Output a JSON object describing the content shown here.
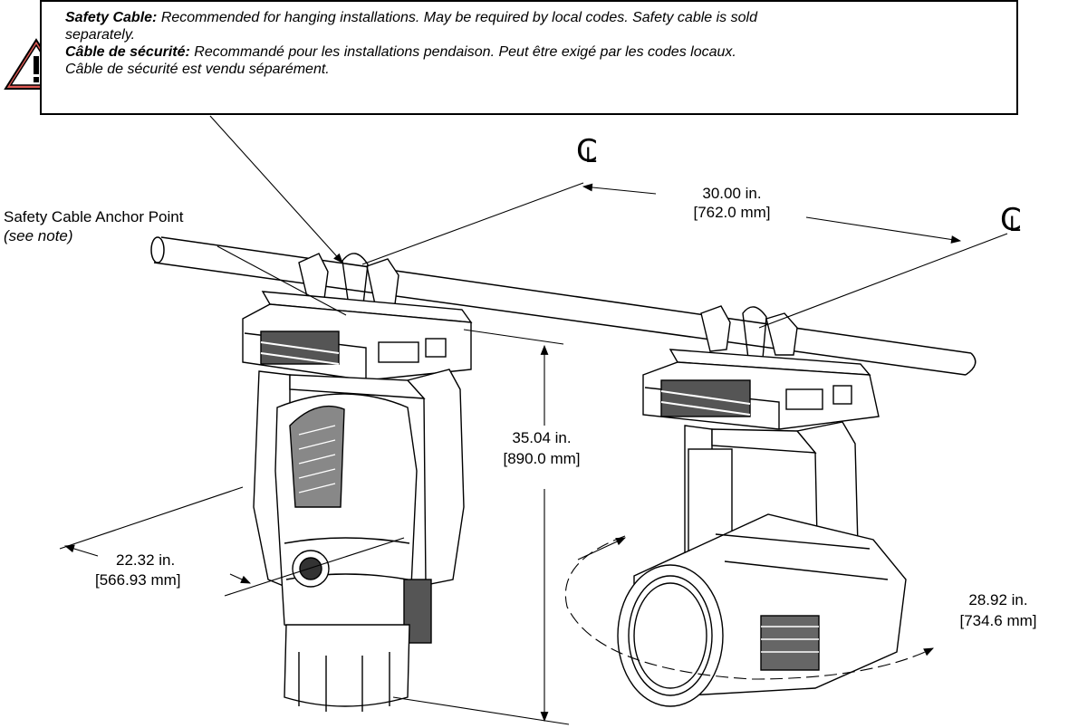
{
  "note": {
    "en_title": "Safety Cable:",
    "en_text_1": " Recommended for hanging installations. May be required by local codes. Safety cable is sold",
    "en_text_2": "separately.",
    "fr_title": "Câble de sécurité:",
    "fr_text_1": " Recommandé pour les installations pendaison. Peut être exigé par les codes locaux.",
    "fr_text_2": "Câble de sécurité est vendu séparément."
  },
  "anchor": {
    "label": "Safety Cable Anchor Point",
    "sublabel": "(see note)"
  },
  "dimensions": {
    "spacing_in": "30.00 in.",
    "spacing_mm": "[762.0 mm]",
    "height_in": "35.04 in.",
    "height_mm": "[890.0 mm]",
    "depth_in": "22.32 in.",
    "depth_mm": "[566.93 mm]",
    "swing_in": "28.92 in.",
    "swing_mm": "[734.6 mm]"
  },
  "centerline_symbol": "C",
  "centerline_sub": "L",
  "colors": {
    "warning_fill": "#e05a54",
    "line": "#000000"
  },
  "icons": [
    "warning-triangle-icon",
    "centerline-icon"
  ]
}
